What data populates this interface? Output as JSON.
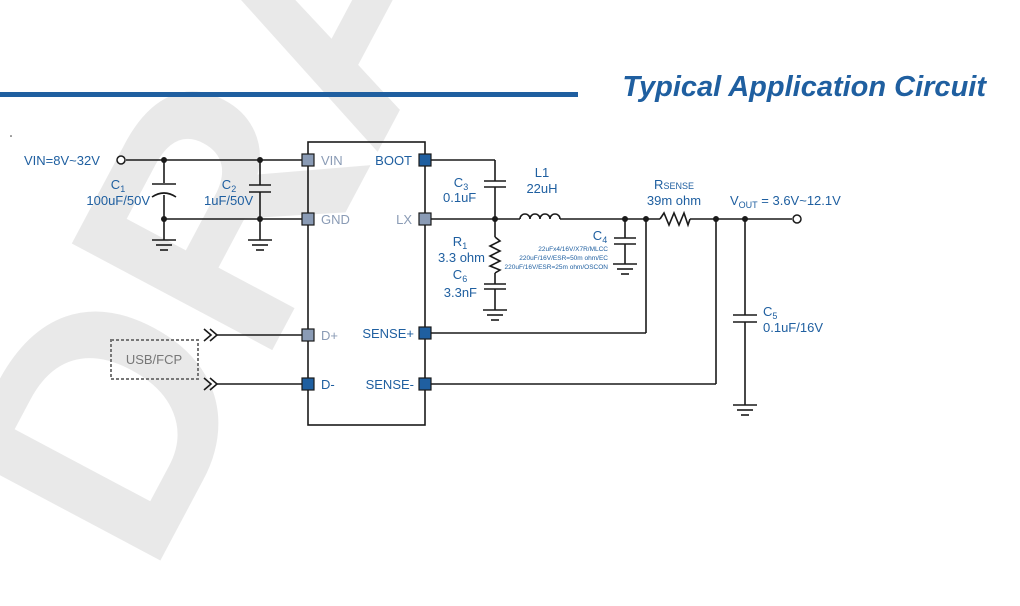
{
  "title": "Typical Application Circuit",
  "watermark": "DRAFT",
  "colors": {
    "accent": "#1f5fa0",
    "wire": "#1a1a1a",
    "pin_gray": "#8a9bb5",
    "pin_blue": "#1f5fa0",
    "watermark": "#cfcfcf"
  },
  "ic": {
    "pins_left": [
      {
        "label": "VIN",
        "style": "gray"
      },
      {
        "label": "GND",
        "style": "gray"
      },
      {
        "label": "D+",
        "style": "gray"
      },
      {
        "label": "D-",
        "style": "blue"
      }
    ],
    "pins_right": [
      {
        "label": "BOOT",
        "style": "blue"
      },
      {
        "label": "LX",
        "style": "gray"
      },
      {
        "label": "SENSE+",
        "style": "blue"
      },
      {
        "label": "SENSE-",
        "style": "blue"
      }
    ]
  },
  "vin_label": "VIN=8V~32V",
  "components": {
    "c1": {
      "ref": "C",
      "sub": "1",
      "value": "100uF/50V"
    },
    "c2": {
      "ref": "C",
      "sub": "2",
      "value": "1uF/50V"
    },
    "c3": {
      "ref": "C",
      "sub": "3",
      "value": "0.1uF"
    },
    "l1": {
      "ref": "L1",
      "value": "22uH"
    },
    "r1": {
      "ref": "R",
      "sub": "1",
      "value": "3.3 ohm"
    },
    "c6": {
      "ref": "C",
      "sub": "6",
      "value": "3.3nF"
    },
    "c4": {
      "ref": "C",
      "sub": "4",
      "notes": [
        "22uFx4/16V/X7R/MLCC",
        "220uF/16V/ESR=50m ohm/EC",
        "220uF/16V/ESR=25m ohm/OSCON"
      ]
    },
    "rsense": {
      "ref": "R",
      "sub": "SENSE",
      "value": "39m ohm"
    },
    "c5": {
      "ref": "C",
      "sub": "5",
      "value": "0.1uF/16V"
    }
  },
  "vout": {
    "ref": "V",
    "sub": "OUT",
    "value": " = 3.6V~12.1V"
  },
  "usb_label": "USB/FCP"
}
